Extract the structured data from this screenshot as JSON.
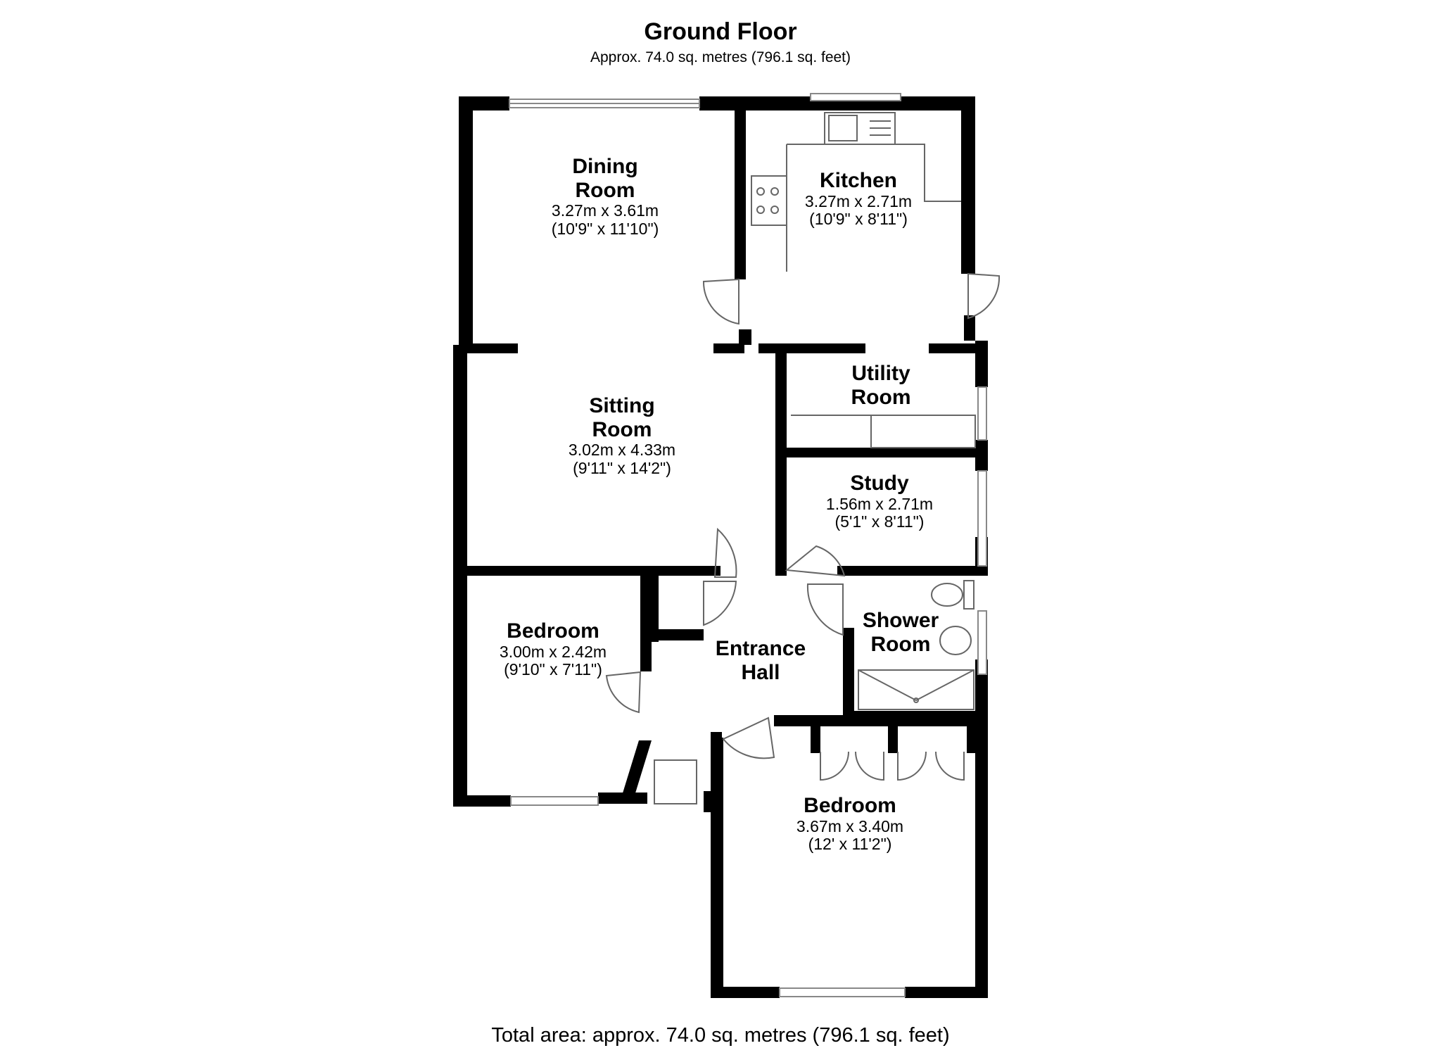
{
  "floor": {
    "title": "Ground Floor",
    "approx_area": "Approx. 74.0 sq. metres (796.1 sq. feet)",
    "total_area": "Total area: approx. 74.0 sq. metres (796.1 sq. feet)"
  },
  "rooms": {
    "dining": {
      "name": "Dining\nRoom",
      "metric": "3.27m x 3.61m",
      "imperial": "(10'9\" x 11'10\")"
    },
    "kitchen": {
      "name": "Kitchen",
      "metric": "3.27m x 2.71m",
      "imperial": "(10'9\" x 8'11\")"
    },
    "utility": {
      "name": "Utility\nRoom"
    },
    "sitting": {
      "name": "Sitting\nRoom",
      "metric": "3.02m x 4.33m",
      "imperial": "(9'11\" x 14'2\")"
    },
    "study": {
      "name": "Study",
      "metric": "1.56m x 2.71m",
      "imperial": "(5'1\" x 8'11\")"
    },
    "bedroom1": {
      "name": "Bedroom",
      "metric": "3.00m x 2.42m",
      "imperial": "(9'10\" x 7'11\")"
    },
    "hall": {
      "name": "Entrance\nHall"
    },
    "shower": {
      "name": "Shower\nRoom"
    },
    "bedroom2": {
      "name": "Bedroom",
      "metric": "3.67m x 3.40m",
      "imperial": "(12' x 11'2\")"
    }
  },
  "colors": {
    "wall": "#000000",
    "fixture": "#666666",
    "background": "#ffffff"
  }
}
